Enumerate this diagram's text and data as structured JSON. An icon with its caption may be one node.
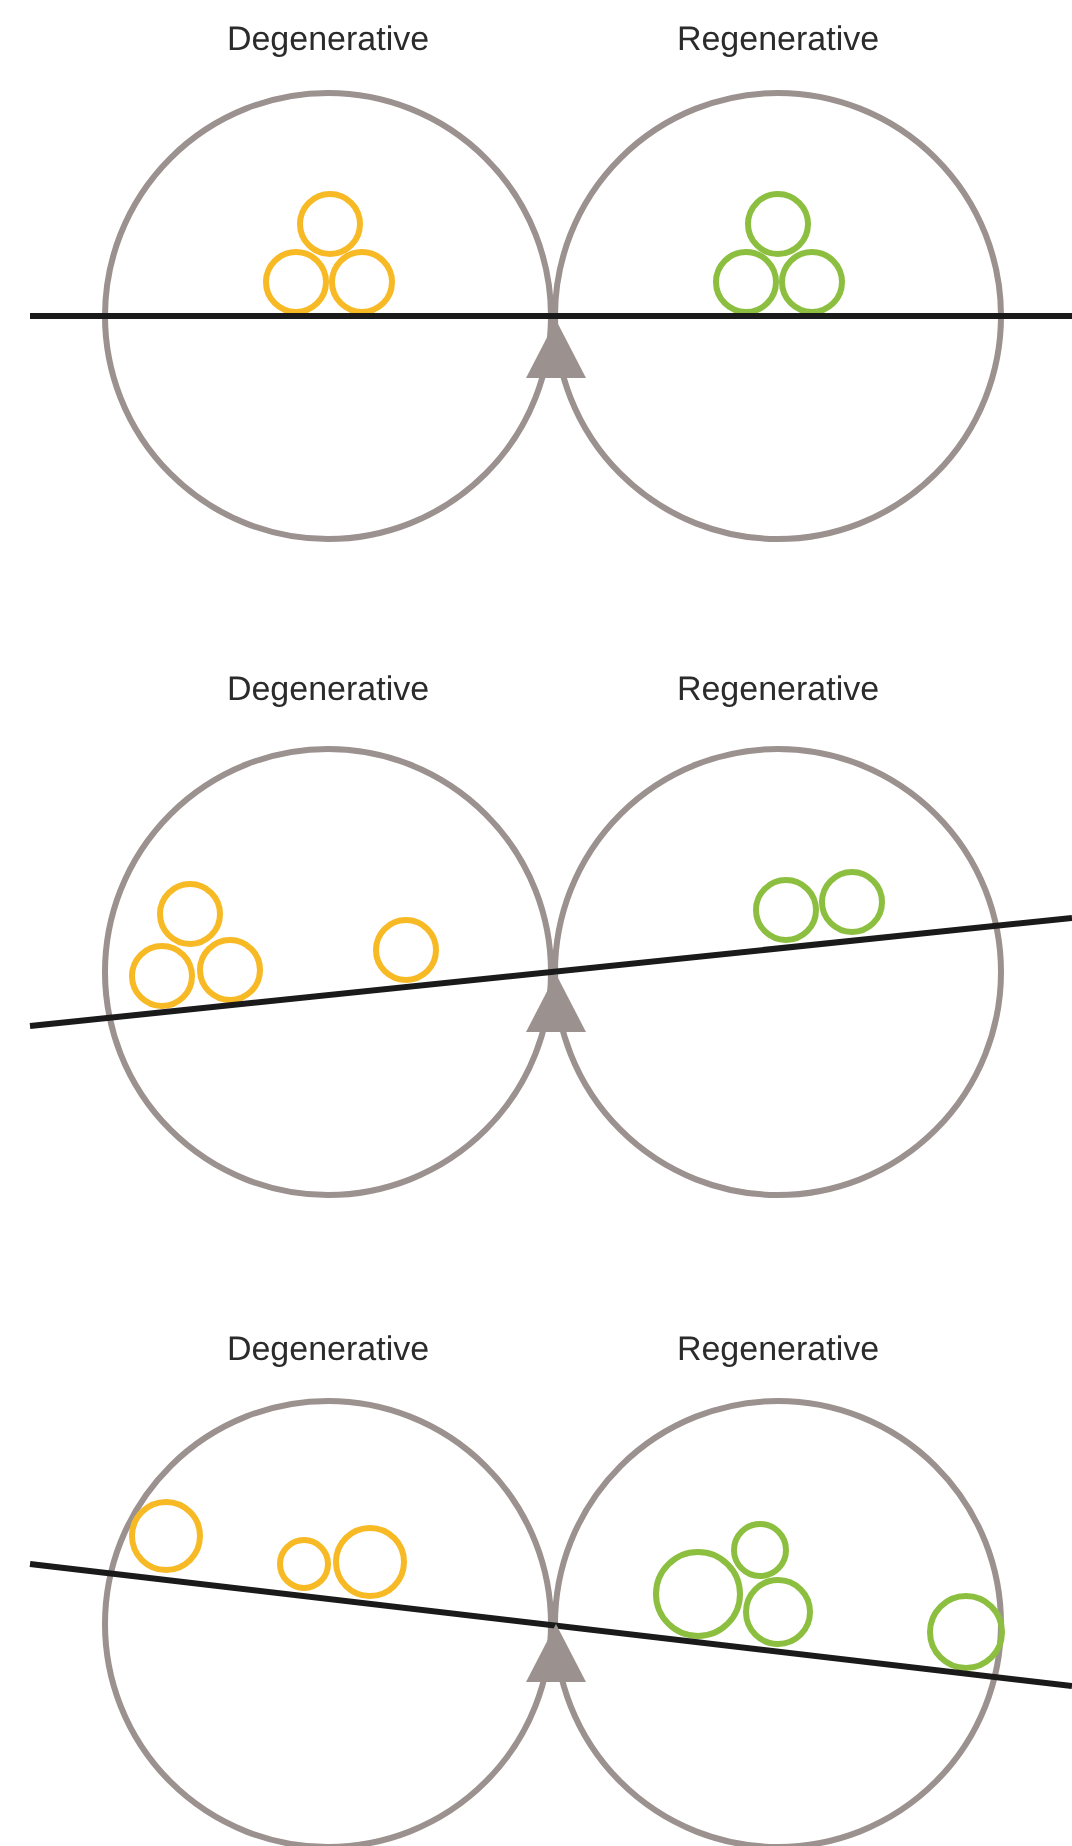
{
  "diagram": {
    "nodes": [
      {
        "text": [
          "Degenerative"
        ]
      },
      {
        "text": [
          "Regenerative"
        ]
      },
      {
        "text": [
          "Degenerative"
        ]
      },
      {
        "text": [
          "Regenerative"
        ]
      },
      {
        "text": [
          "Degenerative"
        ]
      },
      {
        "text": [
          "Regenerative"
        ]
      }
    ]
  }
}
